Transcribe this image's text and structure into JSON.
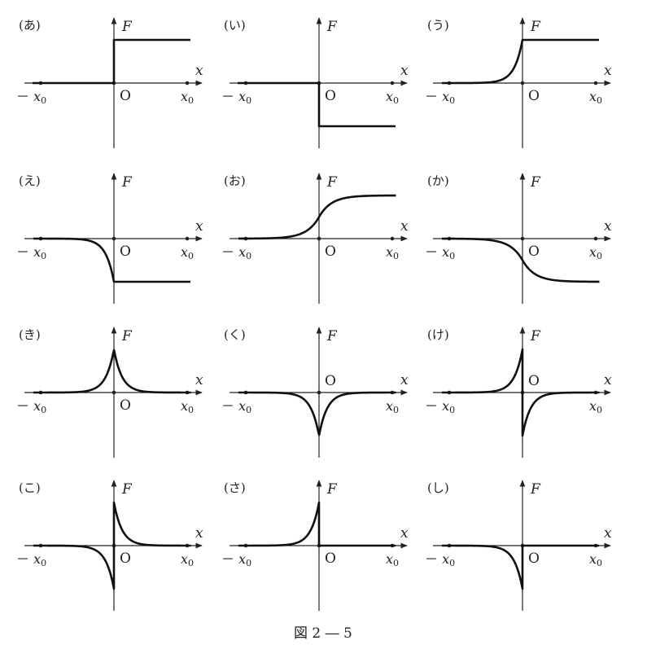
{
  "caption": "図 2 ― 5",
  "axes": {
    "y_label": "F",
    "x_label": "x",
    "origin_label": "O",
    "neg_tick_sign": "－",
    "tick_var": "x",
    "tick_sub": "0"
  },
  "panels": [
    {
      "id": "a",
      "label": "(あ)",
      "curve": "step_up",
      "origin_pos": "below"
    },
    {
      "id": "i",
      "label": "(い)",
      "curve": "step_down",
      "origin_pos": "below"
    },
    {
      "id": "u",
      "label": "(う)",
      "curve": "rise_then_flat",
      "origin_pos": "below"
    },
    {
      "id": "e",
      "label": "(え)",
      "curve": "fall_then_flat",
      "origin_pos": "below"
    },
    {
      "id": "o",
      "label": "(お)",
      "curve": "sigmoid_up",
      "origin_pos": "below"
    },
    {
      "id": "ka",
      "label": "(か)",
      "curve": "sigmoid_down",
      "origin_pos": "below"
    },
    {
      "id": "ki",
      "label": "(き)",
      "curve": "peak_up",
      "origin_pos": "below"
    },
    {
      "id": "ku",
      "label": "(く)",
      "curve": "peak_down",
      "origin_pos": "above"
    },
    {
      "id": "ke",
      "label": "(け)",
      "curve": "up_left_down_right",
      "origin_pos": "above"
    },
    {
      "id": "ko",
      "label": "(こ)",
      "curve": "down_left_up_right",
      "origin_pos": "below"
    },
    {
      "id": "sa",
      "label": "(さ)",
      "curve": "up_left_only",
      "origin_pos": "below"
    },
    {
      "id": "shi",
      "label": "(し)",
      "curve": "down_left_only",
      "origin_pos": "below"
    }
  ]
}
